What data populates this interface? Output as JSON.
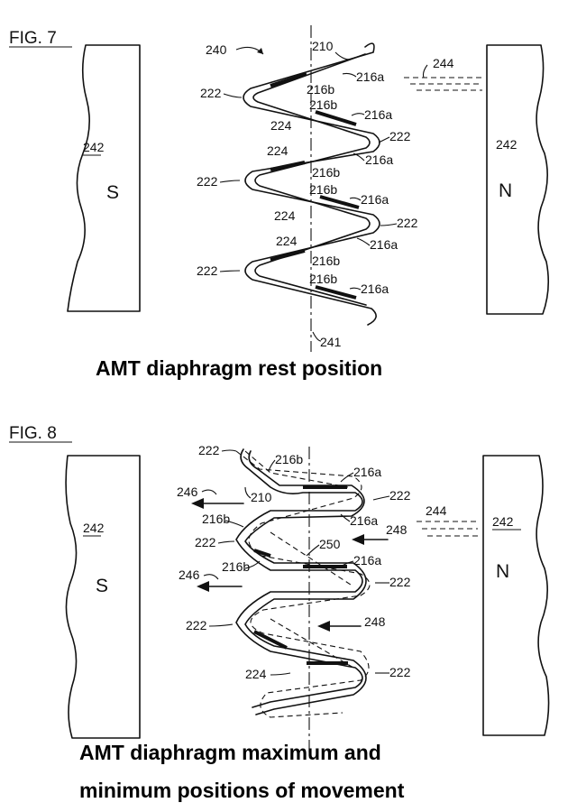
{
  "fig7": {
    "fig_label": "FIG. 7",
    "caption": "AMT diaphragm rest position",
    "left_magnet": {
      "ref": "242",
      "pole": "S"
    },
    "right_magnet": {
      "ref": "242",
      "pole": "N"
    },
    "labels": {
      "diaphragm": "240",
      "end": "210",
      "field_lines": "244",
      "axis": "241",
      "fold": "222",
      "conductor_front": "216a",
      "conductor_back": "216b",
      "web": "224"
    }
  },
  "fig8": {
    "fig_label": "FIG. 8",
    "caption_line1": "AMT diaphragm maximum and",
    "caption_line2": "minimum positions of movement",
    "left_magnet": {
      "ref": "242",
      "pole": "S"
    },
    "right_magnet": {
      "ref": "242",
      "pole": "N"
    },
    "labels": {
      "end": "210",
      "field_lines": "244",
      "motion_left": "246",
      "motion_right": "248",
      "displaced": "250",
      "fold": "222",
      "conductor_front": "216a",
      "conductor_back": "216b",
      "web": "224"
    }
  }
}
